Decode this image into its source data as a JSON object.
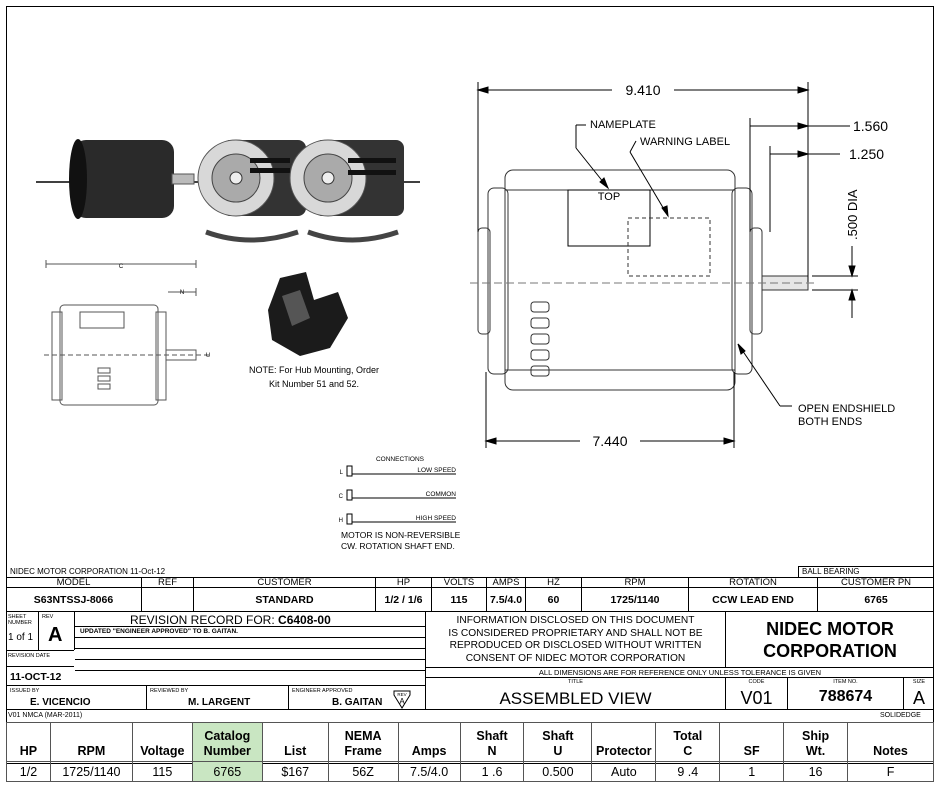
{
  "drawing": {
    "dims": {
      "overall": "9.410",
      "body": "7.440",
      "shaft_ext1": "1.560",
      "shaft_ext2": "1.250",
      "shaft_dia": ".500  DIA"
    },
    "labels": {
      "nameplate": "NAMEPLATE",
      "warning": "WARNING LABEL",
      "top": "TOP",
      "open_endshield_1": "OPEN ENDSHIELD",
      "open_endshield_2": "BOTH ENDS"
    },
    "note_1": "NOTE: For Hub Mounting, Order",
    "note_2": "Kit Number 51 and 52.",
    "connections": {
      "title": "CONNECTIONS",
      "low": "LOW SPEED",
      "common": "COMMON",
      "high": "HIGH SPEED",
      "low_tag": "L",
      "common_tag": "C",
      "high_tag": "H"
    },
    "motor_note_1": "MOTOR IS NON-REVERSIBLE",
    "motor_note_2": "CW. ROTATION SHAFT END.",
    "small_letters": {
      "c": "C",
      "n": "N",
      "u": "U"
    }
  },
  "title_block": {
    "company_date": "NIDEC MOTOR CORPORATION 11-Oct-12",
    "bearing": "BALL BEARING",
    "headers": {
      "model": "MODEL",
      "ref": "REF",
      "customer": "CUSTOMER",
      "hp": "HP",
      "volts": "VOLTS",
      "amps": "AMPS",
      "hz": "HZ",
      "rpm": "RPM",
      "rotation": "ROTATION",
      "customer_pn": "CUSTOMER PN"
    },
    "values": {
      "model": "S63NTSSJ-8066",
      "ref": "",
      "customer": "STANDARD",
      "hp": "1/2 / 1/6",
      "volts": "115",
      "amps": "7.5/4.0",
      "hz": "60",
      "rpm": "1725/1140",
      "rotation": "CCW LEAD END",
      "customer_pn": "6765"
    },
    "sheet_label": "SHEET NUMBER",
    "sheet_value": "1 of 1",
    "rev_label": "REV",
    "rev_value": "A",
    "revision_record_label": "REVISION RECORD FOR:",
    "revision_record_value": "C6408-00",
    "revision_note": "UPDATED \"ENGINEER APPROVED\" TO B. GAITAN.",
    "revision_date_label": "REVISION DATE",
    "revision_date": "11-OCT-12",
    "proprietary": [
      "INFORMATION DISCLOSED ON THIS DOCUMENT",
      "IS CONSIDERED PROPRIETARY AND SHALL NOT BE",
      "REPRODUCED OR DISCLOSED WITHOUT WRITTEN",
      "CONSENT OF NIDEC MOTOR CORPORATION"
    ],
    "company_name_1": "NIDEC MOTOR",
    "company_name_2": "CORPORATION",
    "dimensions_note": "ALL DIMENSIONS ARE FOR REFERENCE ONLY UNLESS TOLERANCE IS GIVEN",
    "issued_by_label": "ISSUED BY",
    "issued_by": "E. VICENCIO",
    "reviewed_by_label": "REVIEWED BY",
    "reviewed_by": "M. LARGENT",
    "engineer_label": "ENGINEER APPROVED",
    "engineer": "B. GAITAN",
    "rev_badge_label": "REV",
    "rev_badge": "A",
    "title_label": "TITLE",
    "title": "ASSEMBLED VIEW",
    "code_label": "CODE",
    "code": "V01",
    "item_label": "ITEM NO.",
    "item": "788674",
    "size_label": "SIZE",
    "size": "A",
    "footer_left": "V01  NMCA (MAR-2011)",
    "footer_right": "SOLIDEDGE"
  },
  "spec_table": {
    "headers": [
      "HP",
      "RPM",
      "Voltage",
      "Catalog\nNumber",
      "List",
      "NEMA\nFrame",
      "Amps",
      "Shaft\nN",
      "Shaft\nU",
      "Protector",
      "Total\nC",
      "SF",
      "Ship\nWt.",
      "Notes"
    ],
    "row": [
      "1/2",
      "1725/1140",
      "115",
      "6765",
      "$167",
      "56Z",
      "7.5/4.0",
      "1 .6",
      "0.500",
      "Auto",
      "9 .4",
      "1",
      "16",
      "F"
    ]
  },
  "colors": {
    "catalog_highlight": "#c9e6c2"
  }
}
